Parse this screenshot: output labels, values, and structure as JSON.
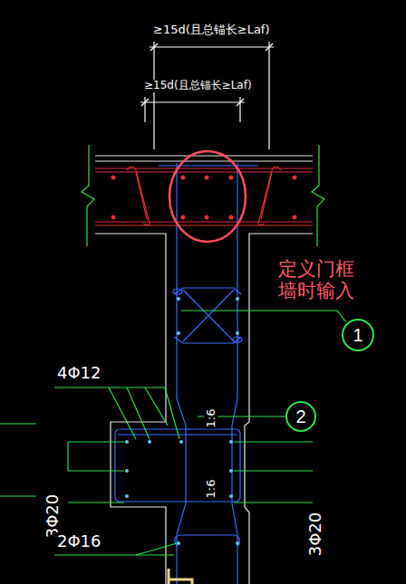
{
  "diagram": {
    "nodes": [
      {
        "text": [
          "1"
        ]
      },
      {
        "text": [
          "2"
        ]
      }
    ],
    "labels": [
      "≥15d(且总锚长≥Laf)",
      "≥15d(且总锚长≥Laf)",
      "定义门框墙时输入",
      "4Φ12",
      "1:6",
      "1:6",
      "3Φ20",
      "3Φ20",
      "2Φ16"
    ]
  }
}
